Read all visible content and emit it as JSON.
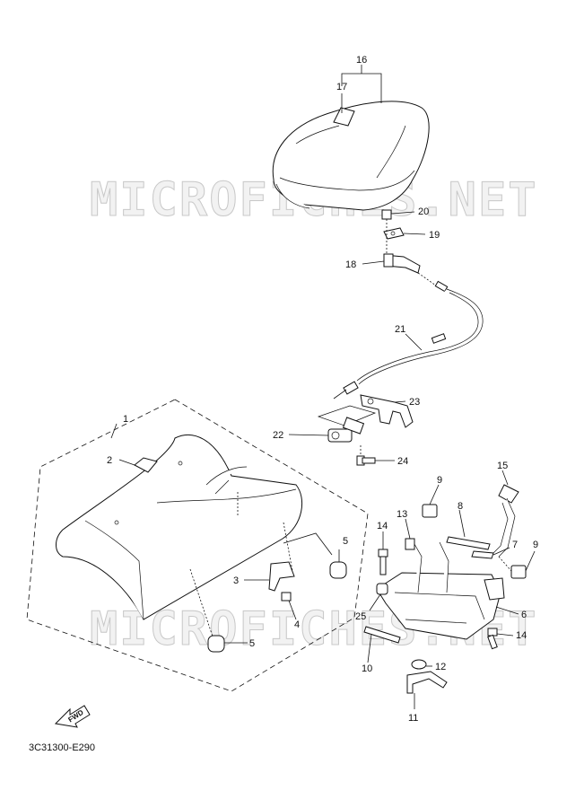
{
  "watermark": "MICROFICHES.NET",
  "diagram_code": "3C31300-E290",
  "fwd_label": "FWD",
  "labels": {
    "l1": "1",
    "l2": "2",
    "l3": "3",
    "l4": "4",
    "l5a": "5",
    "l5b": "5",
    "l6": "6",
    "l7": "7",
    "l8": "8",
    "l9a": "9",
    "l9b": "9",
    "l10": "10",
    "l11": "11",
    "l12": "12",
    "l13": "13",
    "l14a": "14",
    "l14b": "14",
    "l15": "15",
    "l16": "16",
    "l17": "17",
    "l18": "18",
    "l19": "19",
    "l20": "20",
    "l21": "21",
    "l22": "22",
    "l23": "23",
    "l24": "24",
    "l25": "25"
  }
}
